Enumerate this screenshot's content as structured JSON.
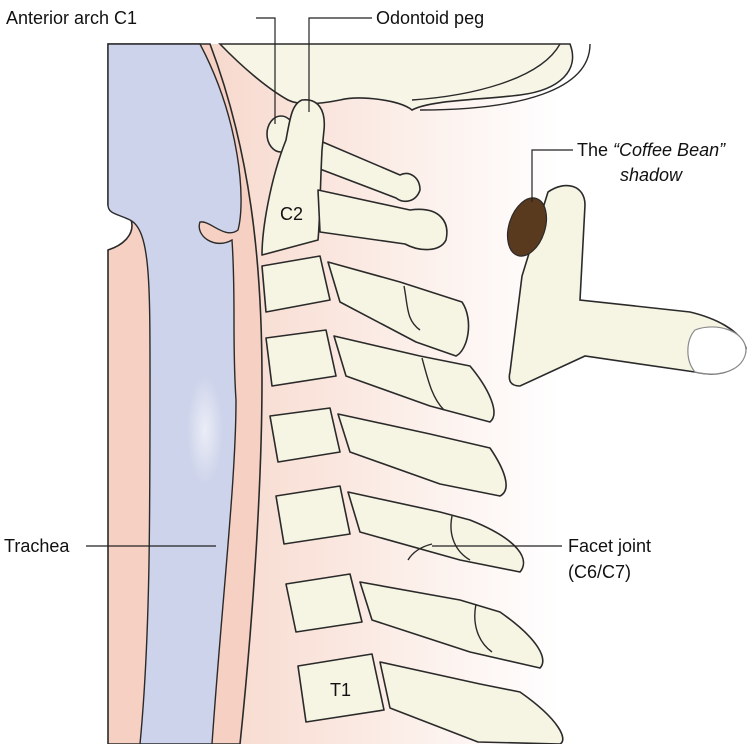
{
  "labels": {
    "anterior_arch": "Anterior arch C1",
    "odontoid_peg": "Odontoid peg",
    "coffee_bean_prefix": "The ",
    "coffee_bean_italic": "“Coffee Bean”",
    "coffee_bean_line2": "shadow",
    "c2": "C2",
    "t1": "T1",
    "trachea": "Trachea",
    "facet_joint": "Facet joint",
    "facet_joint_level": "(C6/C7)"
  },
  "colors": {
    "soft_tissue": "#f6d0c2",
    "airway": "#cdd3ea",
    "airway_highlight": "#eef0f8",
    "prevertebral": "#fbeae3",
    "bone": "#f6f4e3",
    "skull": "#f7f6e6",
    "coffee_bean": "#5a3a1e",
    "outline": "#2a2a2a"
  }
}
